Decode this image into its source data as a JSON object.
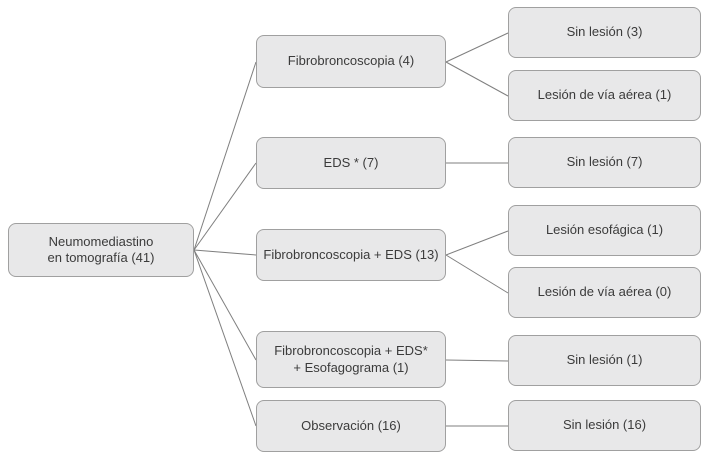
{
  "diagram": {
    "type": "flowchart-tree",
    "language": "es",
    "nodes": {
      "root": "Neumomediastino\nen tomografía (41)",
      "procedures": [
        "Fibrobroncoscopia (4)",
        "EDS * (7)",
        "Fibrobroncoscopia + EDS (13)",
        "Fibrobroncoscopia + EDS*\n+ Esofagograma (1)",
        "Observación (16)"
      ],
      "outcomes": [
        "Sin lesión (3)",
        "Lesión de vía aérea (1)",
        "Sin lesión (7)",
        "Lesión esofágica (1)",
        "Lesión de vía aérea (0)",
        "Sin lesión (1)",
        "Sin lesión (16)"
      ]
    },
    "edges": [
      {
        "from": "Neumomediastino en tomografía (41)",
        "to": "Fibrobroncoscopia (4)"
      },
      {
        "from": "Neumomediastino en tomografía (41)",
        "to": "EDS * (7)"
      },
      {
        "from": "Neumomediastino en tomografía (41)",
        "to": "Fibrobroncoscopia + EDS (13)"
      },
      {
        "from": "Neumomediastino en tomografía (41)",
        "to": "Fibrobroncoscopia + EDS* + Esofagograma (1)"
      },
      {
        "from": "Neumomediastino en tomografía (41)",
        "to": "Observación (16)"
      },
      {
        "from": "Fibrobroncoscopia (4)",
        "to": "Sin lesión (3)"
      },
      {
        "from": "Fibrobroncoscopia (4)",
        "to": "Lesión de vía aérea (1)"
      },
      {
        "from": "EDS * (7)",
        "to": "Sin lesión (7)"
      },
      {
        "from": "Fibrobroncoscopia + EDS (13)",
        "to": "Lesión esofágica (1)"
      },
      {
        "from": "Fibrobroncoscopia + EDS (13)",
        "to": "Lesión de vía aérea (0)"
      },
      {
        "from": "Fibrobroncoscopia + EDS* + Esofagograma (1)",
        "to": "Sin lesión (1)"
      },
      {
        "from": "Observación (16)",
        "to": "Sin lesión (16)"
      }
    ],
    "colors": {
      "box_fill": "#e8e8e9",
      "box_border": "#a0a0a0",
      "connector_line": "#7f7f7f",
      "text": "#3b3b3b",
      "background": "#ffffff"
    }
  }
}
